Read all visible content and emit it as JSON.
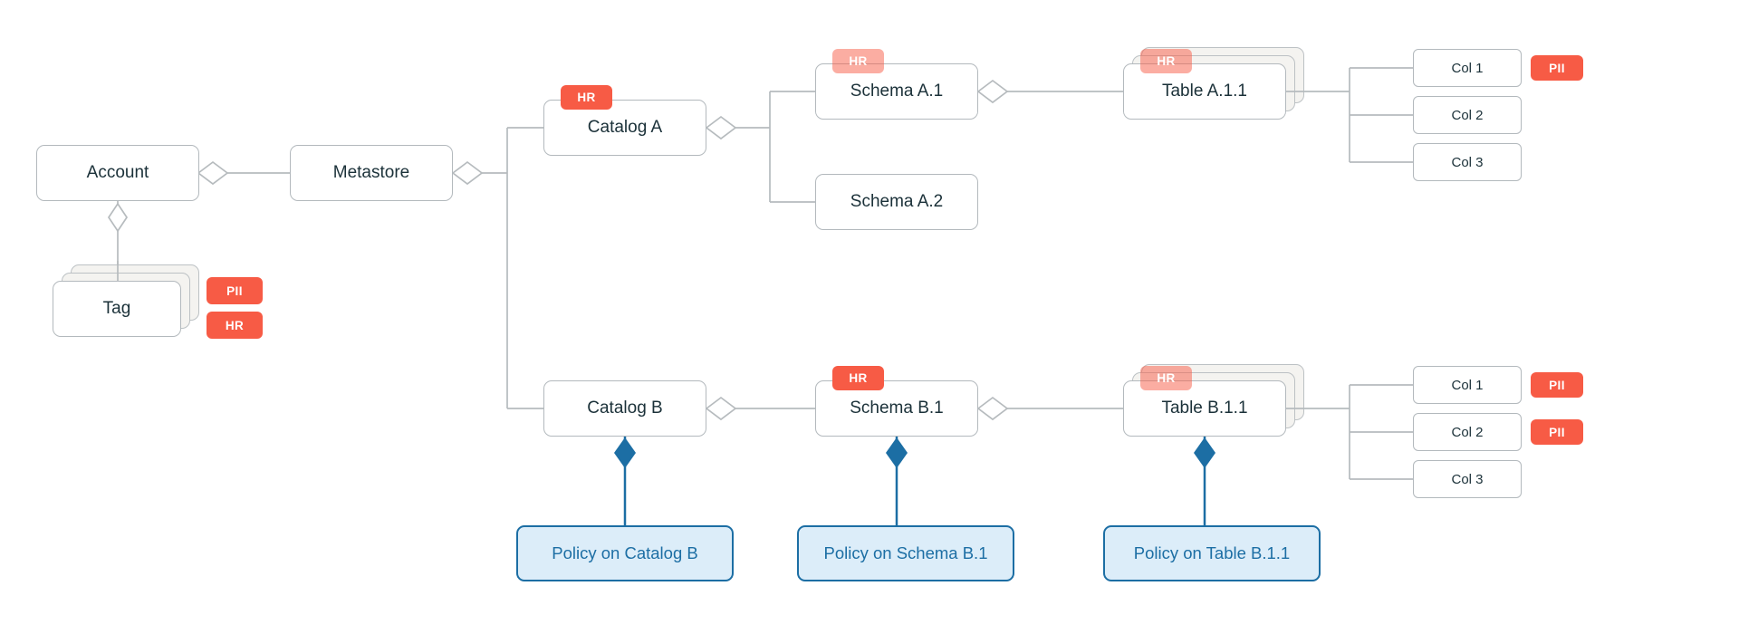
{
  "nodes": {
    "account": {
      "label": "Account"
    },
    "metastore": {
      "label": "Metastore"
    },
    "tag": {
      "label": "Tag",
      "badges": [
        "PII",
        "HR"
      ]
    },
    "catalog_a": {
      "label": "Catalog A",
      "badge": "HR"
    },
    "schema_a1": {
      "label": "Schema A.1",
      "badge": "HR"
    },
    "schema_a2": {
      "label": "Schema A.2"
    },
    "table_a11": {
      "label": "Table A.1.1",
      "badge": "HR"
    },
    "cols_a": [
      {
        "label": "Col 1",
        "badge": "PII"
      },
      {
        "label": "Col 2"
      },
      {
        "label": "Col 3"
      }
    ],
    "catalog_b": {
      "label": "Catalog B"
    },
    "schema_b1": {
      "label": "Schema B.1",
      "badge": "HR"
    },
    "table_b11": {
      "label": "Table B.1.1",
      "badge": "HR"
    },
    "cols_b": [
      {
        "label": "Col 1",
        "badge": "PII"
      },
      {
        "label": "Col 2",
        "badge": "PII"
      },
      {
        "label": "Col 3"
      }
    ]
  },
  "policies": {
    "catalog_b": {
      "label": "Policy on Catalog B"
    },
    "schema_b1": {
      "label": "Policy on Schema B.1"
    },
    "table_b11": {
      "label": "Policy on Table B.1.1"
    }
  },
  "colors": {
    "badge_red": "#F75B45",
    "badge_red_faded": "rgba(247,91,69,0.5)",
    "policy_blue": "#1C6EA4",
    "policy_fill": "#DCEDF9",
    "node_text": "#1B3139",
    "connector_gray": "#B6BBBE"
  }
}
